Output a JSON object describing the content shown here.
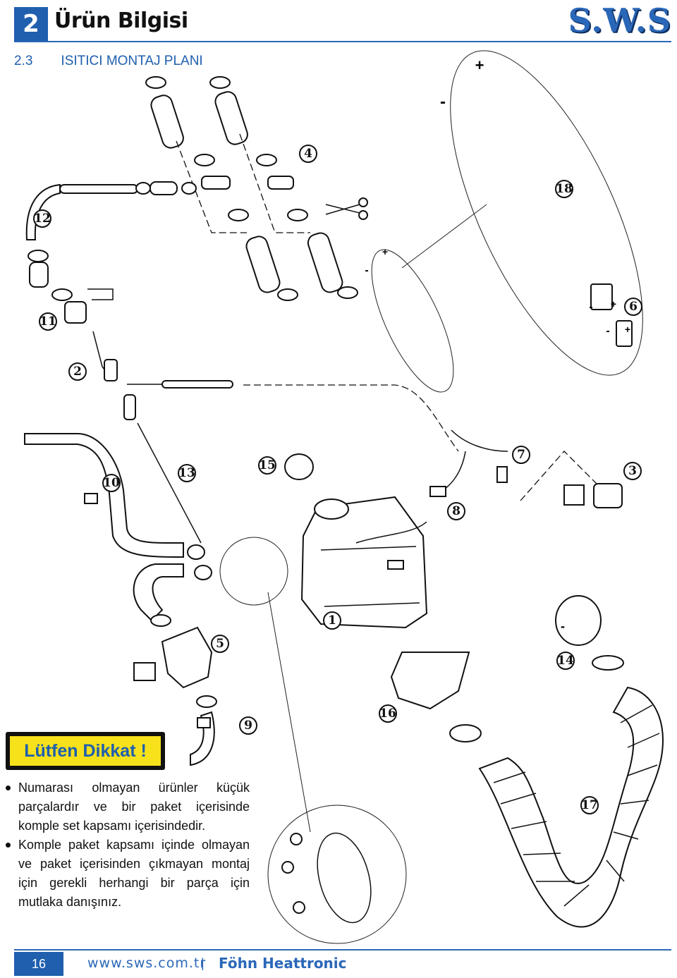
{
  "header": {
    "chapter_number": "2",
    "chapter_title": "Ürün Bilgisi",
    "logo": "S.W.S"
  },
  "section": {
    "number": "2.3",
    "title": "ISITICI MONTAJ PLANI"
  },
  "diagram": {
    "part_numbers": [
      "1",
      "2",
      "3",
      "4",
      "5",
      "6",
      "7",
      "8",
      "9",
      "10",
      "11",
      "12",
      "13",
      "14",
      "15",
      "16",
      "17",
      "18"
    ],
    "polarity": {
      "plus": "+",
      "minus": "-"
    }
  },
  "attention": {
    "title": "Lütfen Dikkat !",
    "notes": [
      "Numarası olmayan ürünler küçük parçalardır ve bir paket içerisinde komple set kapsamı içerisindedir.",
      "Komple paket kapsamı içinde olmayan ve paket içerisinden çıkmayan montaj için gerekli herhangi bir parça için mutlaka danışınız."
    ]
  },
  "footer": {
    "page_number": "16",
    "url": "www.sws.com.tr",
    "separator": "|",
    "brand": "Föhn Heattronic"
  },
  "colors": {
    "accent": "#1f5fae",
    "logo": "#2a67b8",
    "warning_bg": "#f6e11a"
  }
}
